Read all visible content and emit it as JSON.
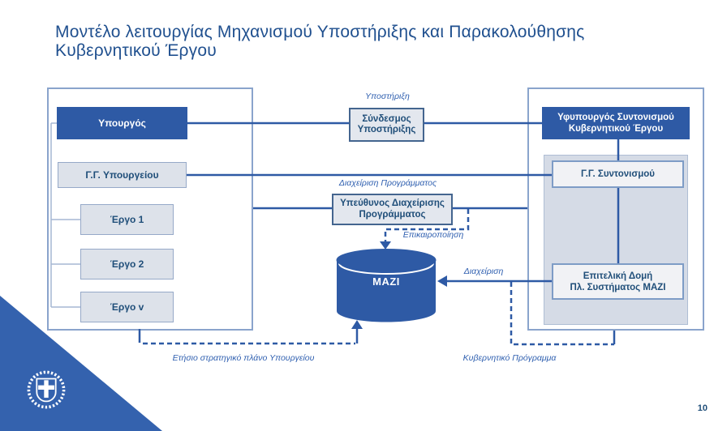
{
  "page": {
    "title_line1": "Μοντέλο λειτουργίας Μηχανισμού Υποστήριξης και Παρακολούθησης",
    "title_line2": "Κυβερνητικού Έργου",
    "page_number": "10"
  },
  "colors": {
    "accent_blue": "#2E5AA5",
    "title_text": "#20508F",
    "light_box_fill": "#DDE2EA",
    "panel_fill": "#D5DBE6",
    "frame_border": "#8AA4CC",
    "corner_triangle": "#3462AE"
  },
  "left_column": {
    "minister": "Υπουργός",
    "gg_ministry": "Γ.Γ. Υπουργείου",
    "projects": [
      "Έργο 1",
      "Έργο 2",
      "Έργο v"
    ]
  },
  "middle": {
    "support_label": "Υποστήριξη",
    "support_liaison": "Σύνδεσμος Υποστήριξης",
    "program_mgmt_label": "Διαχείριση Προγράμματος",
    "program_manager": "Υπεύθυνος Διαχείρισης Προγράμματος",
    "update_label": "Επικαιροποίηση",
    "management_label": "Διαχείριση",
    "database_name": "ΜΑΖΙ"
  },
  "right_column": {
    "deputy_minister": "Υφυπουργός Συντονισμού Κυβερνητικού Έργου",
    "gg_coordination": "Γ.Γ. Συντονισμού",
    "executive_structure_line1": "Επιτελική Δομή",
    "executive_structure_line2": "Πλ. Συστήματος ΜΑΖΙ"
  },
  "bottom": {
    "annual_plan_label": "Ετήσιο στρατηγικό πλάνο Υπουργείου",
    "government_program_label": "Κυβερνητικό Πρόγραμμα"
  }
}
